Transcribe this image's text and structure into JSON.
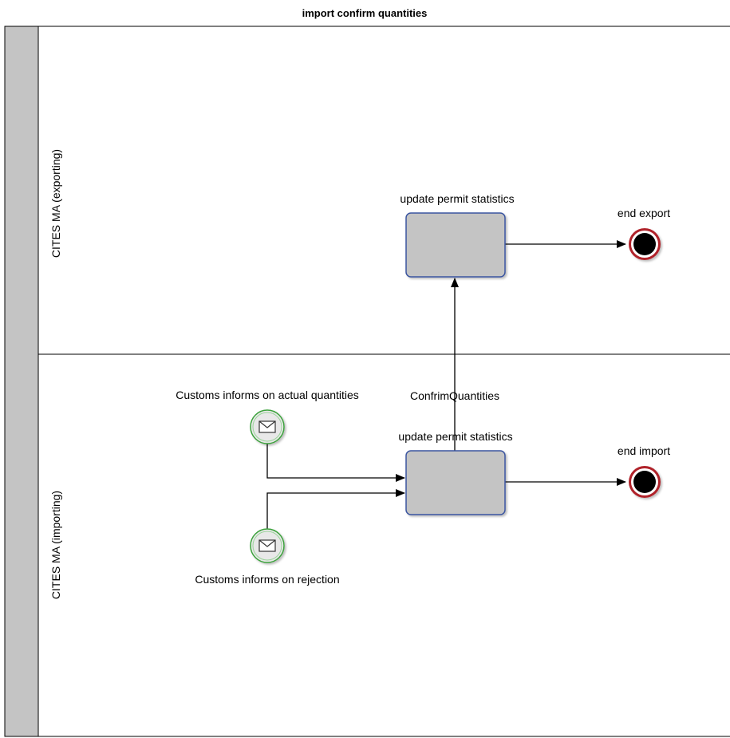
{
  "diagram": {
    "title": "import confirm quantities",
    "lanes": [
      {
        "label": "CITES MA (exporting)"
      },
      {
        "label": "CITES MA (importing)"
      }
    ],
    "tasks": {
      "export_update": {
        "label": "update permit statistics"
      },
      "import_update": {
        "label": "update permit statistics"
      }
    },
    "events": {
      "end_export": {
        "label": "end export",
        "type": "end"
      },
      "end_import": {
        "label": "end import",
        "type": "end"
      },
      "msg_quantities": {
        "label": "Customs informs on actual quantities",
        "type": "message-start",
        "icon": "envelope-icon"
      },
      "msg_rejection": {
        "label": "Customs informs on rejection",
        "type": "message-start",
        "icon": "envelope-icon"
      }
    },
    "flows": {
      "confirm": {
        "label": "ConfrimQuantities"
      }
    },
    "colors": {
      "task_fill": "#c4c4c4",
      "task_stroke": "#3a55a0",
      "end_ring": "#b0232a",
      "start_ring": "#3ea33e",
      "start_fill": "#e8e8e8",
      "pool_header": "#c4c4c4"
    }
  }
}
